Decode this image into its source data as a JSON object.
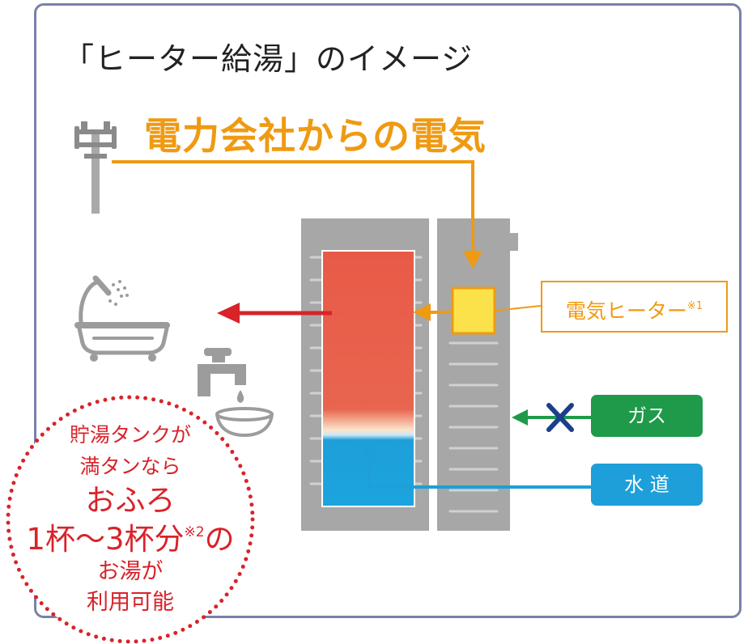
{
  "title": "「ヒーター給湯」のイメージ",
  "power": {
    "label": "電力会社からの電気"
  },
  "heater": {
    "label": "電気ヒーター",
    "note": "※1"
  },
  "inputs": {
    "gas_label": "ガス",
    "water_label": "水 道"
  },
  "badge": {
    "line1": "貯湯タンクが",
    "line2": "満タンなら",
    "line3": "おふろ",
    "line4": "1杯〜3杯分",
    "line4_note": "※2",
    "line4_suffix": "の",
    "line5": "お湯が",
    "line6": "利用可能"
  },
  "icons": [
    "utility-pole-icon",
    "bathtub-shower-icon",
    "faucet-icon",
    "basin-icon",
    "gas-blocked-x-icon"
  ],
  "colors": {
    "frame": "#7a80a8",
    "electric": "#ef9a12",
    "hot": "#e85a47",
    "cold": "#1e9fd9",
    "hot_out_arrow": "#d8232a",
    "gas": "#1f9a4a",
    "blocked_x": "#1b3f8a",
    "heater_block": "#fbe24a",
    "unit": "#a7a7a7",
    "icon_gray": "#9c9c9c",
    "badge_dots": "#d8232a"
  }
}
